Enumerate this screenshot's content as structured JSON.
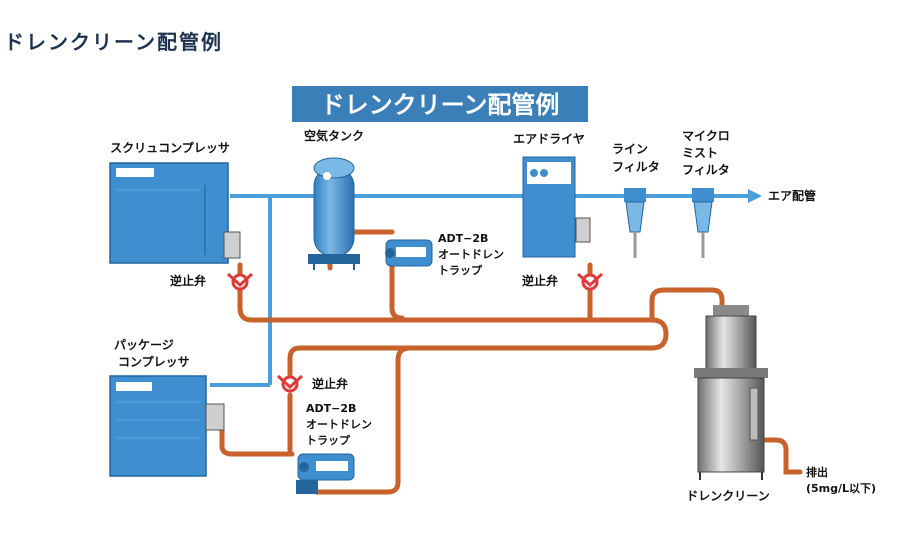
{
  "page": {
    "title": "ドレンクリーン配管例"
  },
  "diagram": {
    "banner": "ドレンクリーン配管例",
    "labels": {
      "screw_compressor": "スクリュコンプレッサ",
      "air_tank": "空気タンク",
      "air_dryer": "エアドライヤ",
      "line_filter": [
        "ライン",
        "フィルタ"
      ],
      "micro_mist_filter": [
        "マイクロ",
        "ミスト",
        "フィルタ"
      ],
      "air_piping": "エア配管",
      "adt_top": [
        "ADT−2B",
        "オートドレン",
        "トラップ"
      ],
      "check_valve_left": "逆止弁",
      "check_valve_dryer": "逆止弁",
      "check_valve_package": "逆止弁",
      "package_compressor": [
        "パッケージ",
        "コンプレッサ"
      ],
      "adt_bottom": [
        "ADT−2B",
        "オートドレン",
        "トラップ"
      ],
      "drain_clean": "ドレンクリーン",
      "discharge": [
        "排出",
        "(5mg/L以下)"
      ]
    },
    "colors": {
      "air_line": "#4a9fd8",
      "drain_line": "#c8622c",
      "equipment": "#3f8fd0",
      "banner_bg": "#3b7fb8",
      "valve": "#e03a3a"
    }
  }
}
